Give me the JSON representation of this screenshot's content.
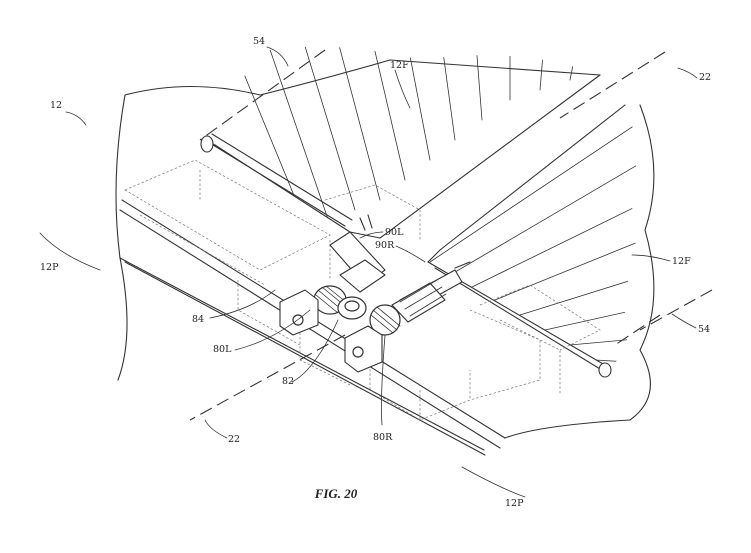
{
  "figure": {
    "caption": "FIG. 20",
    "labels": {
      "ref_12": "12",
      "ref_54_top": "54",
      "ref_12F_top": "12F",
      "ref_22_top": "22",
      "ref_12P_left": "12P",
      "ref_90L": "90L",
      "ref_90R": "90R",
      "ref_12F_right": "12F",
      "ref_84": "84",
      "ref_80L": "80L",
      "ref_82": "82",
      "ref_54_right": "54",
      "ref_22_bottom": "22",
      "ref_80R": "80R",
      "ref_12P_bottom": "12P"
    }
  }
}
